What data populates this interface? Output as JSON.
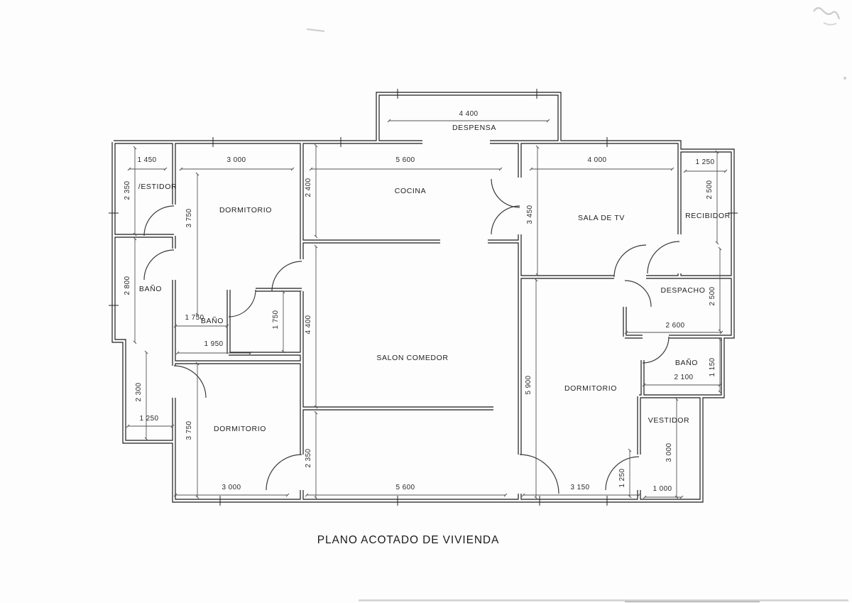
{
  "title": "PLANO ACOTADO DE VIVIENDA",
  "rooms": {
    "despensa": "DESPENSA",
    "vestidor_top": "/ESTIDOR",
    "dormitorio_top_left": "DORMITORIO",
    "cocina": "COCINA",
    "sala_de_tv": "SALA DE TV",
    "recibidor": "RECIBIDOR",
    "bano_left": "BAÑO",
    "bano_center": "BAÑO",
    "salon_comedor": "SALON COMEDOR",
    "despacho": "DESPACHO",
    "bano_right": "BAÑO",
    "dormitorio_right": "DORMITORIO",
    "dormitorio_bottom_left": "DORMITORIO",
    "vestidor_bottom": "VESTIDOR"
  },
  "dims": {
    "despensa_w": "4 400",
    "top_left_w": "1 450",
    "dorm_tl_w": "3 000",
    "cocina_w": "5 600",
    "sala_tv_w": "4 000",
    "recibidor_w": "1 250",
    "vestidor_top_h": "2 350",
    "bano_left_h": "2 800",
    "alcove_h": "2 300",
    "alcove_w": "1 250",
    "dorm_tl_h": "3 750",
    "dorm_bl_h": "3 750",
    "cocina_h": "2 400",
    "salon_h": "4 400",
    "porch_h": "2 350",
    "sala_tv_h": "3 450",
    "dorm_right_h": "5 900",
    "recibidor_h": "2 500",
    "despacho_h": "2 500",
    "despacho_w": "2 600",
    "bano_right_h": "1 150",
    "bano_right_w": "2 100",
    "corridor_w": "1 750",
    "bano_center_h": "1 750",
    "bano_center_w": "1 950",
    "vestidor_bottom_h": "3 000",
    "vestidor_bottom_entry": "1 250",
    "dorm_bl_w": "3 000",
    "salon_w": "5 600",
    "dorm_right_w": "3 150",
    "vestidor_bottom_w": "1 000"
  }
}
